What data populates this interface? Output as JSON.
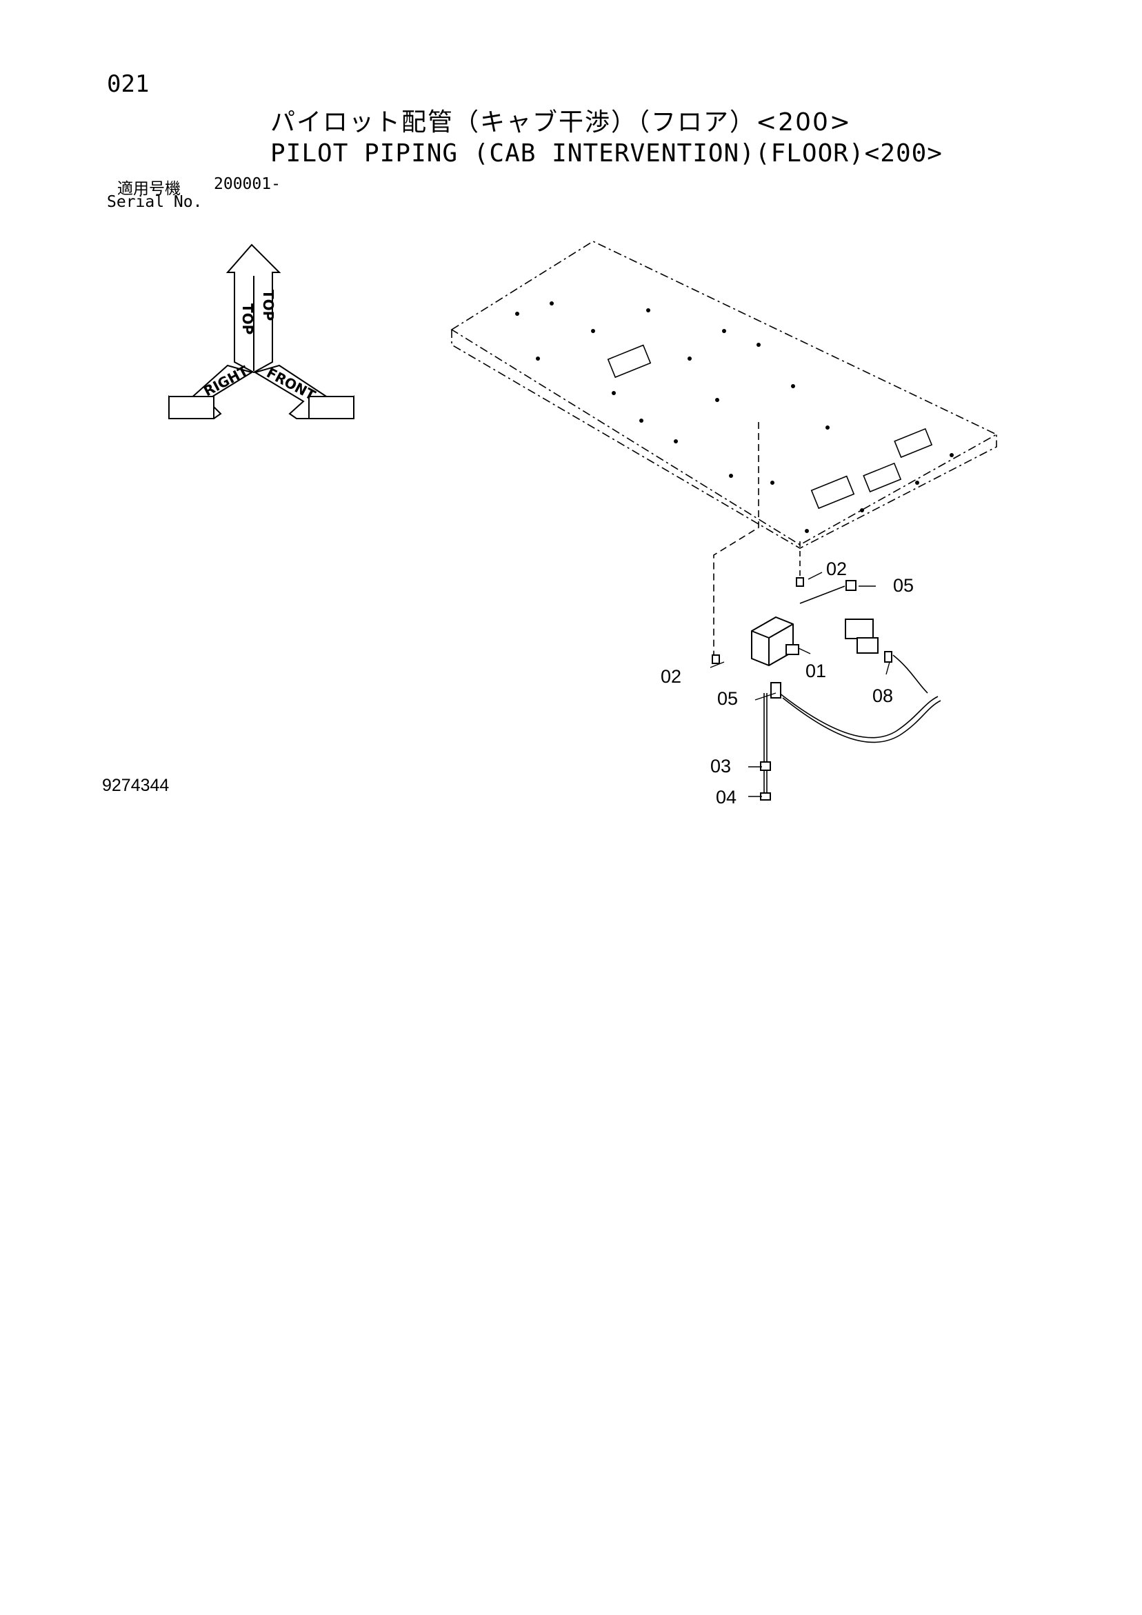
{
  "header": {
    "page_number": "021",
    "title_jp": "パイロット配管（キャブ干渉）（フロア）<200>",
    "title_en": "PILOT PIPING (CAB INTERVENTION)(FLOOR)<200>"
  },
  "serial": {
    "label_jp": "適用号機",
    "value": "200001-",
    "label_en": "Serial No."
  },
  "orientation": {
    "top": "TOP",
    "right": "RIGHT",
    "front": "FRONT"
  },
  "parts": {
    "p01": "01",
    "p02a": "02",
    "p02b": "02",
    "p03": "03",
    "p04": "04",
    "p05a": "05",
    "p05b": "05",
    "p08": "08"
  },
  "footer": {
    "drawing_number": "9274344"
  }
}
